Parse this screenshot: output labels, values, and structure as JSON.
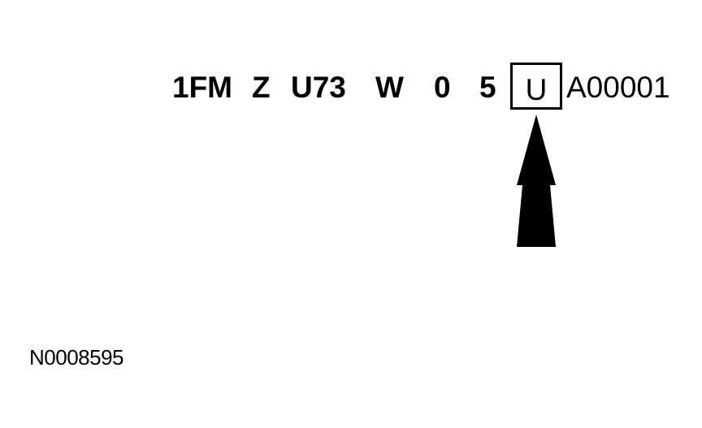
{
  "vin": {
    "segments": [
      "1FM",
      "Z",
      "U73",
      "W",
      "0",
      "5"
    ],
    "highlighted": "U",
    "suffix": "A00001"
  },
  "arrow": {
    "direction": "up",
    "points_to": "highlighted-character",
    "color": "#000000"
  },
  "figure_id": "N0008595"
}
